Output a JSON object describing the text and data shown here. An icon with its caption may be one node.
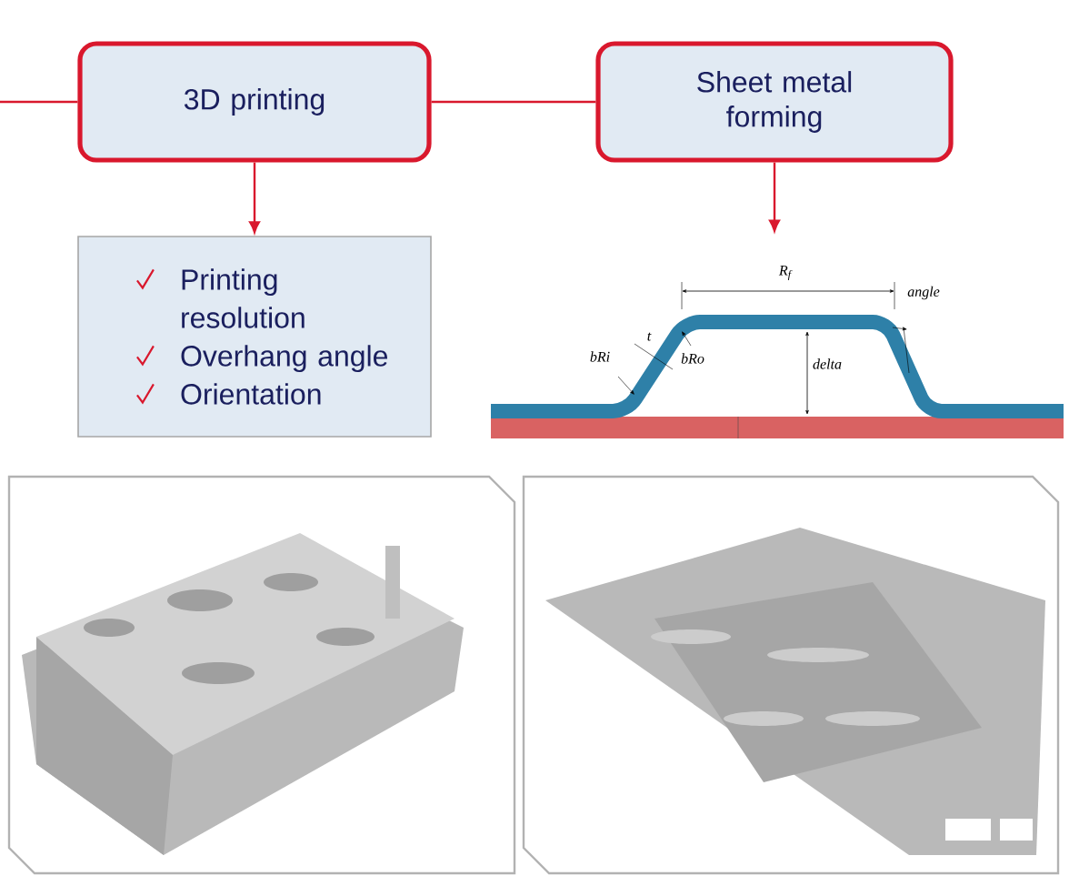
{
  "diagram": {
    "nodes": [
      {
        "text": [
          "3D printing"
        ]
      },
      {
        "text": [
          "Sheet metal forming"
        ]
      },
      {
        "text": [
          "Printing resolution",
          "Overhang angle",
          "Orientation"
        ]
      },
      {
        "text": [],
        "shape": "picture"
      }
    ],
    "edges": [
      {
        "from": null,
        "to": 0,
        "arrow": "none"
      },
      {
        "from": 0,
        "to": 1,
        "arrow": "none"
      },
      {
        "from": 0,
        "to": 2,
        "arrow": "to"
      },
      {
        "from": 1,
        "to": 3,
        "arrow": "to"
      }
    ],
    "labels": [
      "R$_{f}$",
      "angle",
      "t",
      "bRi",
      "bRo",
      "delta"
    ]
  }
}
